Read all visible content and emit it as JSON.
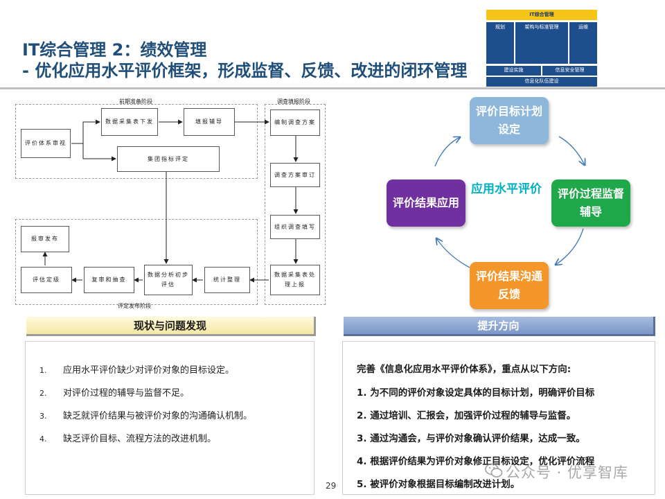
{
  "title": {
    "line1": "IT综合管理 2：绩效管理",
    "line2": "- 优化应用水平评价框架，形成监督、反馈、改进的闭环管理"
  },
  "framework": {
    "top": "IT综合管理",
    "planning": "规划",
    "architecture": "架构与标准管理",
    "operations": "运维",
    "construction": "建设实施",
    "security": "信息安全管理",
    "team": "信息化队伍建设"
  },
  "process": {
    "phase_prep": "前期准备阶段",
    "phase_survey": "调查填报阶段",
    "phase_eval": "评定发布阶段",
    "boxes": {
      "system_review": "评价体系审视",
      "data_form": "数据采集表下发",
      "fill_guide": "填报辅导",
      "group_index": "集团指标评定",
      "survey_plan": "编制调查方案",
      "plan_review": "调查方案审订",
      "organize": "组织调查填写",
      "data_collect": "数据采集表处理上报",
      "stats": "统计整理",
      "analysis": "数据分析初步评估",
      "recheck": "复审和抽查",
      "rating": "评估定级",
      "publish": "报审发布"
    }
  },
  "cycle": {
    "center": "应用水平评价",
    "nodes": {
      "top": "评价目标计划设定",
      "right": "评价过程监督辅导",
      "bottom": "评价结果沟通反馈",
      "left": "评价结果应用"
    },
    "colors": {
      "top": "#8fb7dc",
      "right": "#1fa84a",
      "bottom": "#f5962a",
      "left": "#7030a0"
    }
  },
  "issues": {
    "header": "现状与问题发现",
    "items": [
      {
        "num": "1.",
        "text": "应用水平评价缺少对评价对象的目标设定。"
      },
      {
        "num": "2.",
        "text": "对评价过程的辅导与监督不足。"
      },
      {
        "num": "3.",
        "text": "缺乏就评价结果与被评价对象的沟通确认机制。"
      },
      {
        "num": "4.",
        "text": "缺乏评价目标、流程方法的改进机制。"
      }
    ]
  },
  "directions": {
    "header": "提升方向",
    "intro": "完善《信息化应用水平评价体系》，重点从以下方向:",
    "items": [
      {
        "num": "1.",
        "text": "为不同的评价对象设定具体的目标计划，明确评价目标"
      },
      {
        "num": "2.",
        "text": "通过培训、汇报会，加强评价过程的辅导与监督。"
      },
      {
        "num": "3.",
        "text": "通过沟通会，与评价对象确认评价结果，达成一致。"
      },
      {
        "num": "4.",
        "text": "根据评价结果为评价对象修正目标设定，优化评价流程"
      },
      {
        "num": "5.",
        "text": "被评价对象根据目标编制改进计划。"
      }
    ]
  },
  "page_number": "29",
  "watermark": "公众号 · 优享智库"
}
